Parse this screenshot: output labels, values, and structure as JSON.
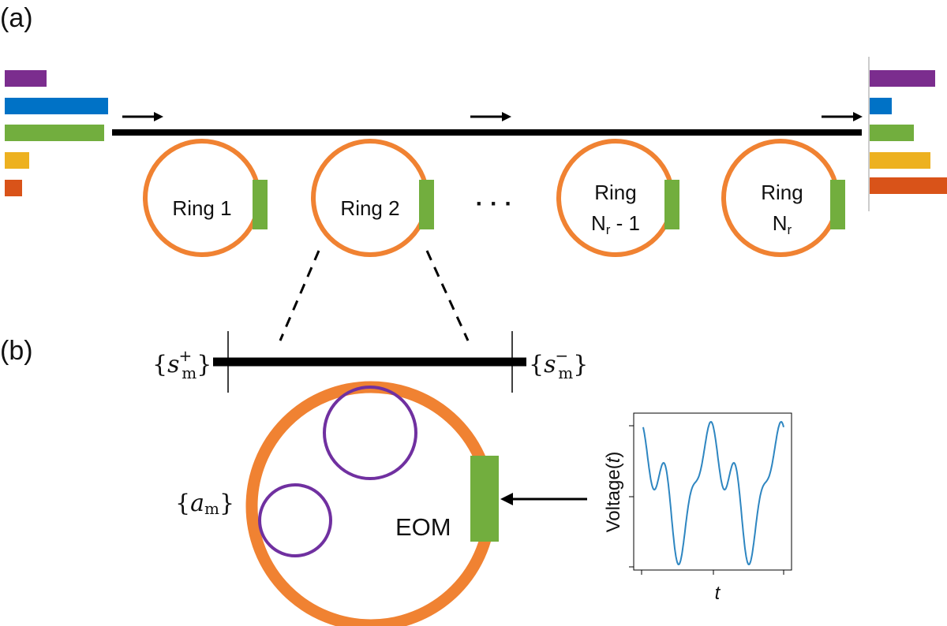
{
  "panel_a_label": "(a)",
  "panel_b_label": "(b)",
  "rings": [
    {
      "line1": "Ring 1",
      "line2": ""
    },
    {
      "line1": "Ring 2",
      "line2": ""
    },
    {
      "line1": "Ring",
      "line2_main": "N",
      "line2_sub": "r",
      "line2_tail": " - 1"
    },
    {
      "line1": "Ring",
      "line2_main": "N",
      "line2_sub": "r",
      "line2_tail": ""
    }
  ],
  "ellipsis": "· · ·",
  "port_in": {
    "open": "{",
    "sym": "s",
    "sup": "+",
    "sub": "m",
    "close": "}"
  },
  "port_out": {
    "open": "{",
    "sym": "s",
    "sup": "−",
    "sub": "m",
    "close": "}"
  },
  "mode_label": {
    "open": "{",
    "sym": "a",
    "sub": "m",
    "close": "}"
  },
  "eom_label": "EOM",
  "inset": {
    "ylabel_pre": "Voltage(",
    "ylabel_var": "t",
    "ylabel_post": ")",
    "xlabel": "t"
  },
  "colors": {
    "ring": "#F08232",
    "eom": "#72AE3E",
    "waveguide": "#000000",
    "sub_ring": "#7030A0",
    "trace": "#2E86C1",
    "bars": [
      "#7B2D8E",
      "#0072C6",
      "#72AE3E",
      "#EDB120",
      "#D95319"
    ]
  },
  "input_spectrum": [
    0.39,
    1.0,
    0.95,
    0.23,
    0.16
  ],
  "output_spectrum": [
    0.85,
    0.3,
    0.57,
    0.77,
    1.0
  ],
  "voltage_trace": {
    "type": "line",
    "x": [
      0,
      0.5,
      1
    ],
    "description_free": true
  }
}
